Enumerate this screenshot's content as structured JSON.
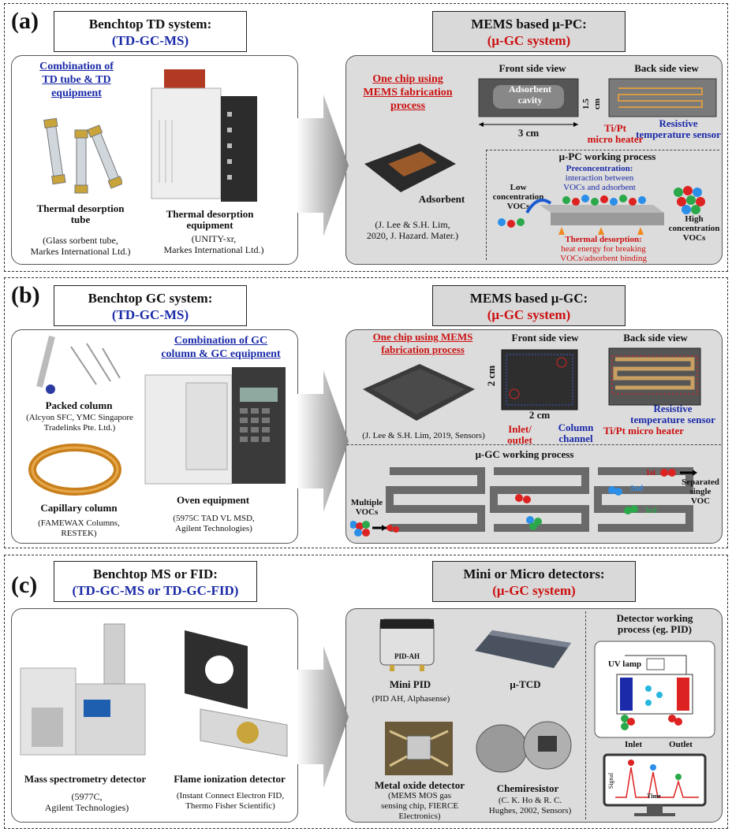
{
  "a": {
    "letter": "(a)",
    "left_title_1": "Benchtop TD system:",
    "left_title_2": "(TD-GC-MS)",
    "right_title_1": "MEMS based μ-PC:",
    "right_title_2": "(μ-GC system)",
    "combo_1": "Combination of",
    "combo_2": "TD tube & TD",
    "combo_3": "equipment",
    "tube_label_1": "Thermal desorption",
    "tube_label_2": "tube",
    "tube_src_1": "(Glass sorbent tube,",
    "tube_src_2": "Markes International Ltd.)",
    "equip_label_1": "Thermal desorption",
    "equip_label_2": "equipment",
    "equip_src_1": "(UNITY-xr,",
    "equip_src_2": "Markes International Ltd.)",
    "one_chip_1": "One chip using",
    "one_chip_2": "MEMS fabrication",
    "one_chip_3": "process",
    "front_view": "Front side view",
    "back_view": "Back side view",
    "adsorbent_cavity_1": "Adsorbent",
    "adsorbent_cavity_2": "cavity",
    "dim_h": "1.5 cm",
    "dim_w": "3 cm",
    "heater_1": "Ti/Pt",
    "heater_2": "micro heater",
    "sensor_1": "Resistive",
    "sensor_2": "temperature sensor",
    "adsorbent": "Adsorbent",
    "cite_1": "(J. Lee & S.H. Lim,",
    "cite_2": "2020, J. Hazard. Mater.)",
    "wp_title": "μ-PC working process",
    "precon_1": "Preconcentration:",
    "precon_2": "interaction between",
    "precon_3": "VOCs and adsorbent",
    "low_1": "Low",
    "low_2": "concentration",
    "low_3": "VOCs",
    "high_1": "High",
    "high_2": "concentration",
    "high_3": "VOCs",
    "td_1": "Thermal desorption:",
    "td_2": "heat energy for breaking",
    "td_3": "VOCs/adsorbent binding"
  },
  "b": {
    "letter": "(b)",
    "left_title_1": "Benchtop GC system:",
    "left_title_2": "(TD-GC-MS)",
    "right_title_1": "MEMS based μ-GC:",
    "right_title_2": "(μ-GC system)",
    "combo_1": "Combination of GC",
    "combo_2": "column & GC equipment",
    "packed": "Packed column",
    "packed_src_1": "(Alcyon SFC, YMC Singapore",
    "packed_src_2": "Tradelinks Pte. Ltd.)",
    "capillary": "Capillary column",
    "cap_src_1": "(FAMEWAX Columns,",
    "cap_src_2": "RESTEK)",
    "oven": "Oven equipment",
    "oven_src_1": "(5975C TAD VL MSD,",
    "oven_src_2": "Agilent Technologies)",
    "one_chip_1": "One chip using MEMS",
    "one_chip_2": "fabrication process",
    "front_view": "Front side view",
    "back_view": "Back side view",
    "dim_v": "2 cm",
    "dim_h": "2 cm",
    "inlet_1": "Inlet/",
    "inlet_2": "outlet",
    "column_1": "Column",
    "column_2": "channel",
    "sensor_1": "Resistive",
    "sensor_2": "temperature sensor",
    "heater": "Ti/Pt micro heater",
    "cite": "(J. Lee & S.H. Lim, 2019, Sensors)",
    "wp_title": "μ-GC working process",
    "multiple_1": "Multiple",
    "multiple_2": "VOCs",
    "first": "1st",
    "second": "2nd",
    "third": "3rd",
    "separated_1": "Separated",
    "separated_2": "single",
    "separated_3": "VOC"
  },
  "c": {
    "letter": "(c)",
    "left_title_1": "Benchtop MS or FID:",
    "left_title_2": "(TD-GC-MS or TD-GC-FID)",
    "right_title_1": "Mini or Micro detectors:",
    "right_title_2": "(μ-GC system)",
    "ms_label": "Mass spectrometry detector",
    "ms_src_1": "(5977C,",
    "ms_src_2": "Agilent Technologies)",
    "fid_label": "Flame ionization detector",
    "fid_src_1": "(Instant Connect Electron FID,",
    "fid_src_2": "Thermo Fisher Scientific)",
    "pid_label": "Mini PID",
    "pid_src": "(PID AH, Alphasense)",
    "pid_text": "PID-AH",
    "tcd_label": "μ-TCD",
    "mox_label": "Metal oxide detector",
    "mox_src_1": "(MEMS MOS gas",
    "mox_src_2": "sensing chip, FIERCE",
    "mox_src_3": "Electronics)",
    "chemi_label": "Chemiresistor",
    "chemi_src_1": "(C. K. Ho & R. C.",
    "chemi_src_2": "Hughes, 2002, Sensors)",
    "det_title_1": "Detector working",
    "det_title_2": "process (eg. PID)",
    "uv_lamp": "UV lamp",
    "inlet": "Inlet",
    "outlet": "Outlet",
    "signal": "Signal",
    "time": "Time"
  }
}
